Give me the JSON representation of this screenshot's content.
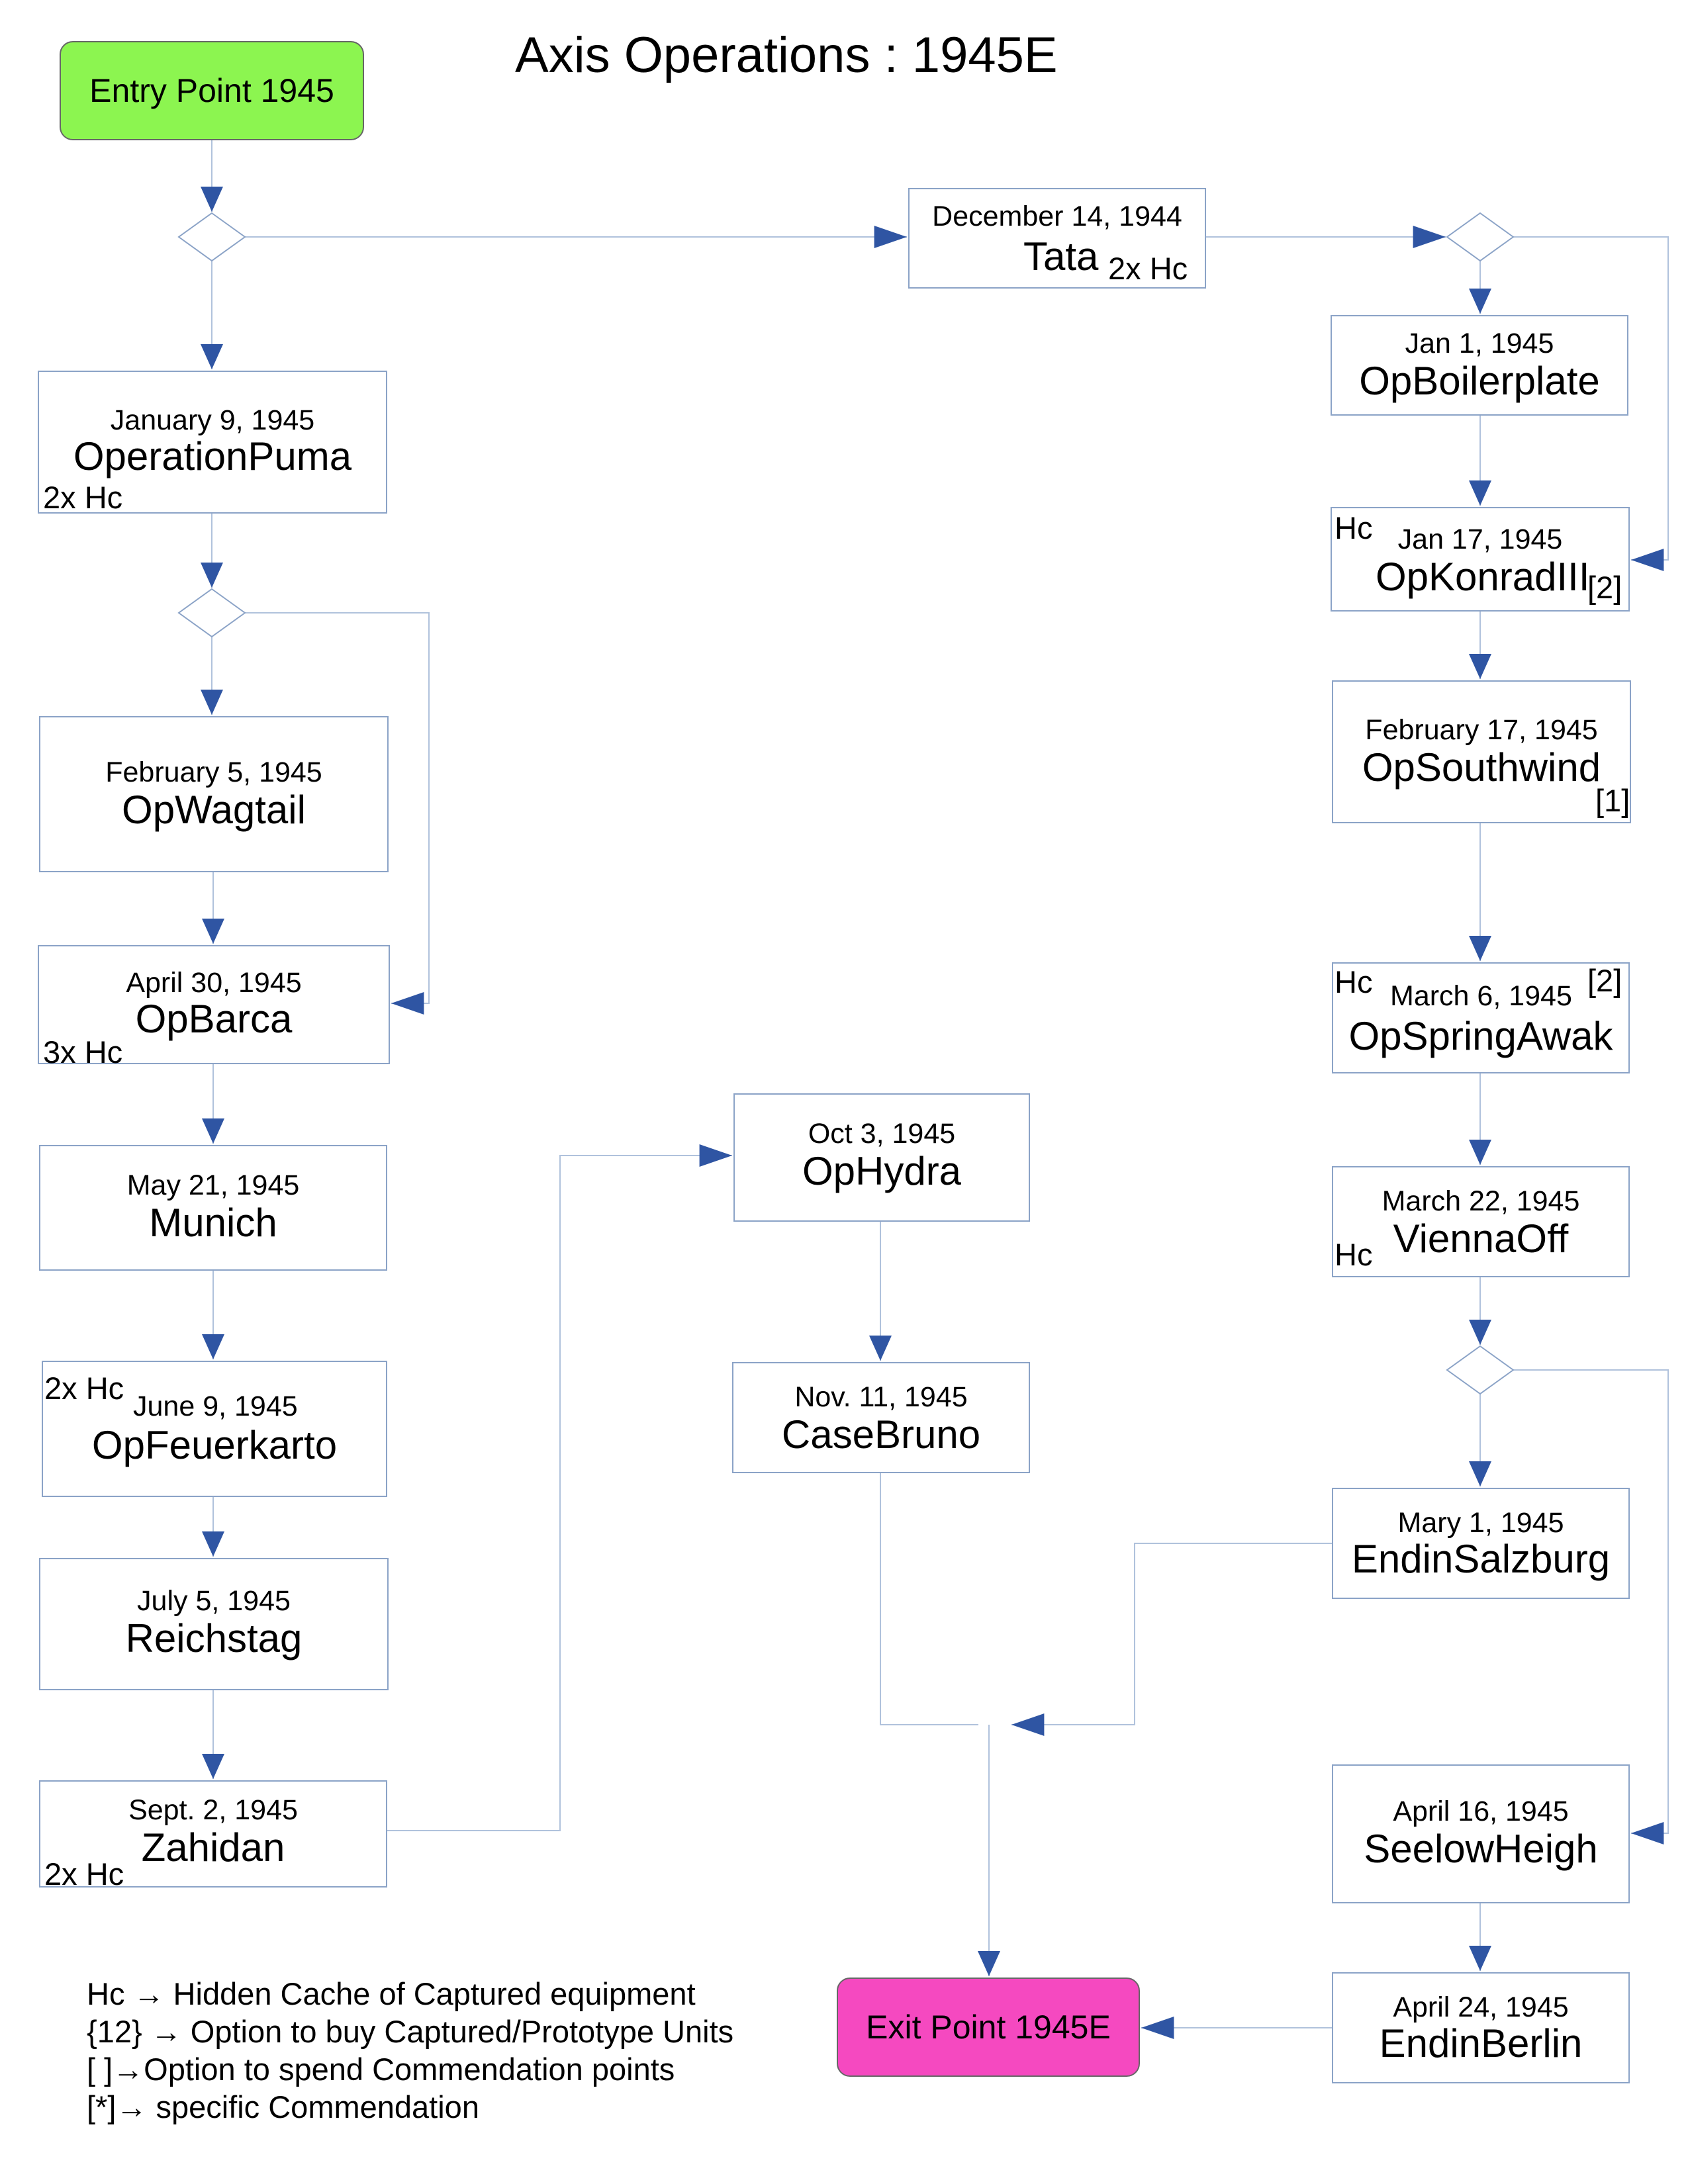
{
  "title": "Axis Operations : 1945E",
  "entry": {
    "label": "Entry Point 1945",
    "color": "#8cf550"
  },
  "exit": {
    "label": "Exit Point 1945E",
    "color": "#f549c0"
  },
  "colors": {
    "box_border": "#8ba3c7",
    "line": "#b0c2dc",
    "arrow": "#2f55a3",
    "diamond": "#8ba3c7"
  },
  "nodes": {
    "tata": {
      "date": "December 14, 1944",
      "name": "Tata",
      "tag": "2x Hc"
    },
    "puma": {
      "date": "January 9, 1945",
      "name": "OperationPuma",
      "tag": "2x Hc"
    },
    "wagtail": {
      "date": "February 5, 1945",
      "name": "OpWagtail"
    },
    "barca": {
      "date": "April 30, 1945",
      "name": "OpBarca",
      "tag": "3x Hc"
    },
    "munich": {
      "date": "May 21, 1945",
      "name": "Munich"
    },
    "feuerkarto": {
      "date": "June 9, 1945",
      "name": "OpFeuerkarto",
      "tag": "2x Hc"
    },
    "reichstag": {
      "date": "July 5, 1945",
      "name": "Reichstag"
    },
    "zahidan": {
      "date": "Sept. 2, 1945",
      "name": "Zahidan",
      "tag": "2x Hc"
    },
    "hydra": {
      "date": "Oct 3, 1945",
      "name": "OpHydra"
    },
    "casebruno": {
      "date": "Nov. 11, 1945",
      "name": "CaseBruno"
    },
    "boilerplate": {
      "date": "Jan 1, 1945",
      "name": "OpBoilerplate"
    },
    "konrad": {
      "date": "Jan 17, 1945",
      "name": "OpKonradIII",
      "tag": "Hc",
      "note": "[2]"
    },
    "southwind": {
      "date": "February 17, 1945",
      "name": "OpSouthwind",
      "note": "[1]"
    },
    "springawak": {
      "date": "March 6, 1945",
      "name": "OpSpringAwak",
      "tag": "Hc",
      "note": "[2]"
    },
    "viennaoff": {
      "date": "March 22, 1945",
      "name": "ViennaOff",
      "tag": "Hc"
    },
    "salzburg": {
      "date": "Mary 1, 1945",
      "name": "EndinSalzburg"
    },
    "seelow": {
      "date": "April 16, 1945",
      "name": "SeelowHeigh"
    },
    "berlin": {
      "date": "April 24, 1945",
      "name": "EndinBerlin"
    }
  },
  "legend": [
    "Hc → Hidden Cache of Captured equipment",
    "{12} → Option to buy Captured/Prototype Units",
    "[ ]→Option to spend Commendation points",
    "[*]→  specific Commendation"
  ]
}
